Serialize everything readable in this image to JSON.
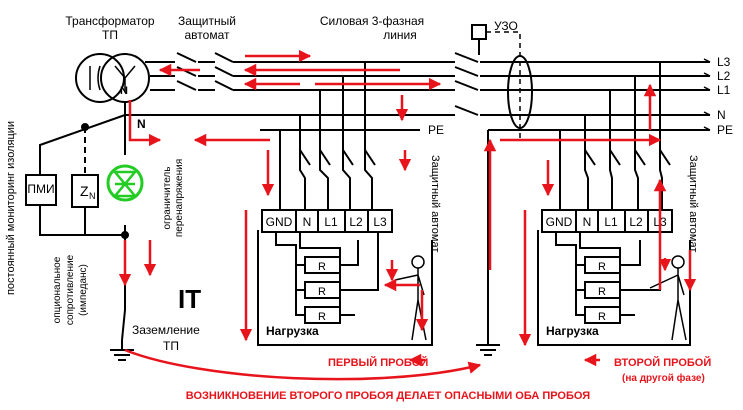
{
  "labels": {
    "transformer_line1": "Трансформатор",
    "transformer_line2": "ТП",
    "breaker_line1": "Защитный",
    "breaker_line2": "автомат",
    "power_line1": "Силовая 3-фазная",
    "power_line2": "линия",
    "rcd": "УЗО",
    "phase_l3": "L3",
    "phase_l2": "L2",
    "phase_l1": "L1",
    "neutral": "N",
    "pe": "PE",
    "neutral_tp": "N",
    "neutral_tp2": "N",
    "monitoring": "постоянный мониторинг изоляции",
    "pmi": "ПМИ",
    "zn_main": "Z",
    "zn_sub": "N",
    "optional_line1": "опциональное",
    "optional_line2": "сопротивление",
    "optional_line3": "(импеданс)",
    "limiter_line1": "ограничитель",
    "limiter_line2": "перенапряжения",
    "it": "IT",
    "ground_line1": "Заземление",
    "ground_line2": "ТП",
    "left_breaker_label": "Защитный автомат",
    "right_breaker_label": "Защитный автомат",
    "load": "Нагрузка",
    "load2": "Нагрузка",
    "first_fault": "ПЕРВЫЙ ПРОБОЙ",
    "second_fault": "ВТОРОЙ ПРОБОЙ",
    "second_fault_note": "(на другой фазе)",
    "bottom_caption": "ВОЗНИКНОВЕНИЕ ВТОРОГО ПРОБОЯ ДЕЛАЕТ ОПАСНЫМИ ОБА ПРОБОЯ",
    "terminals": [
      "GND",
      "N",
      "L1",
      "L2",
      "L3"
    ],
    "resistor": "R"
  },
  "colors": {
    "line": "#000000",
    "fault": "#e8141c",
    "surge": "#22cc22"
  }
}
